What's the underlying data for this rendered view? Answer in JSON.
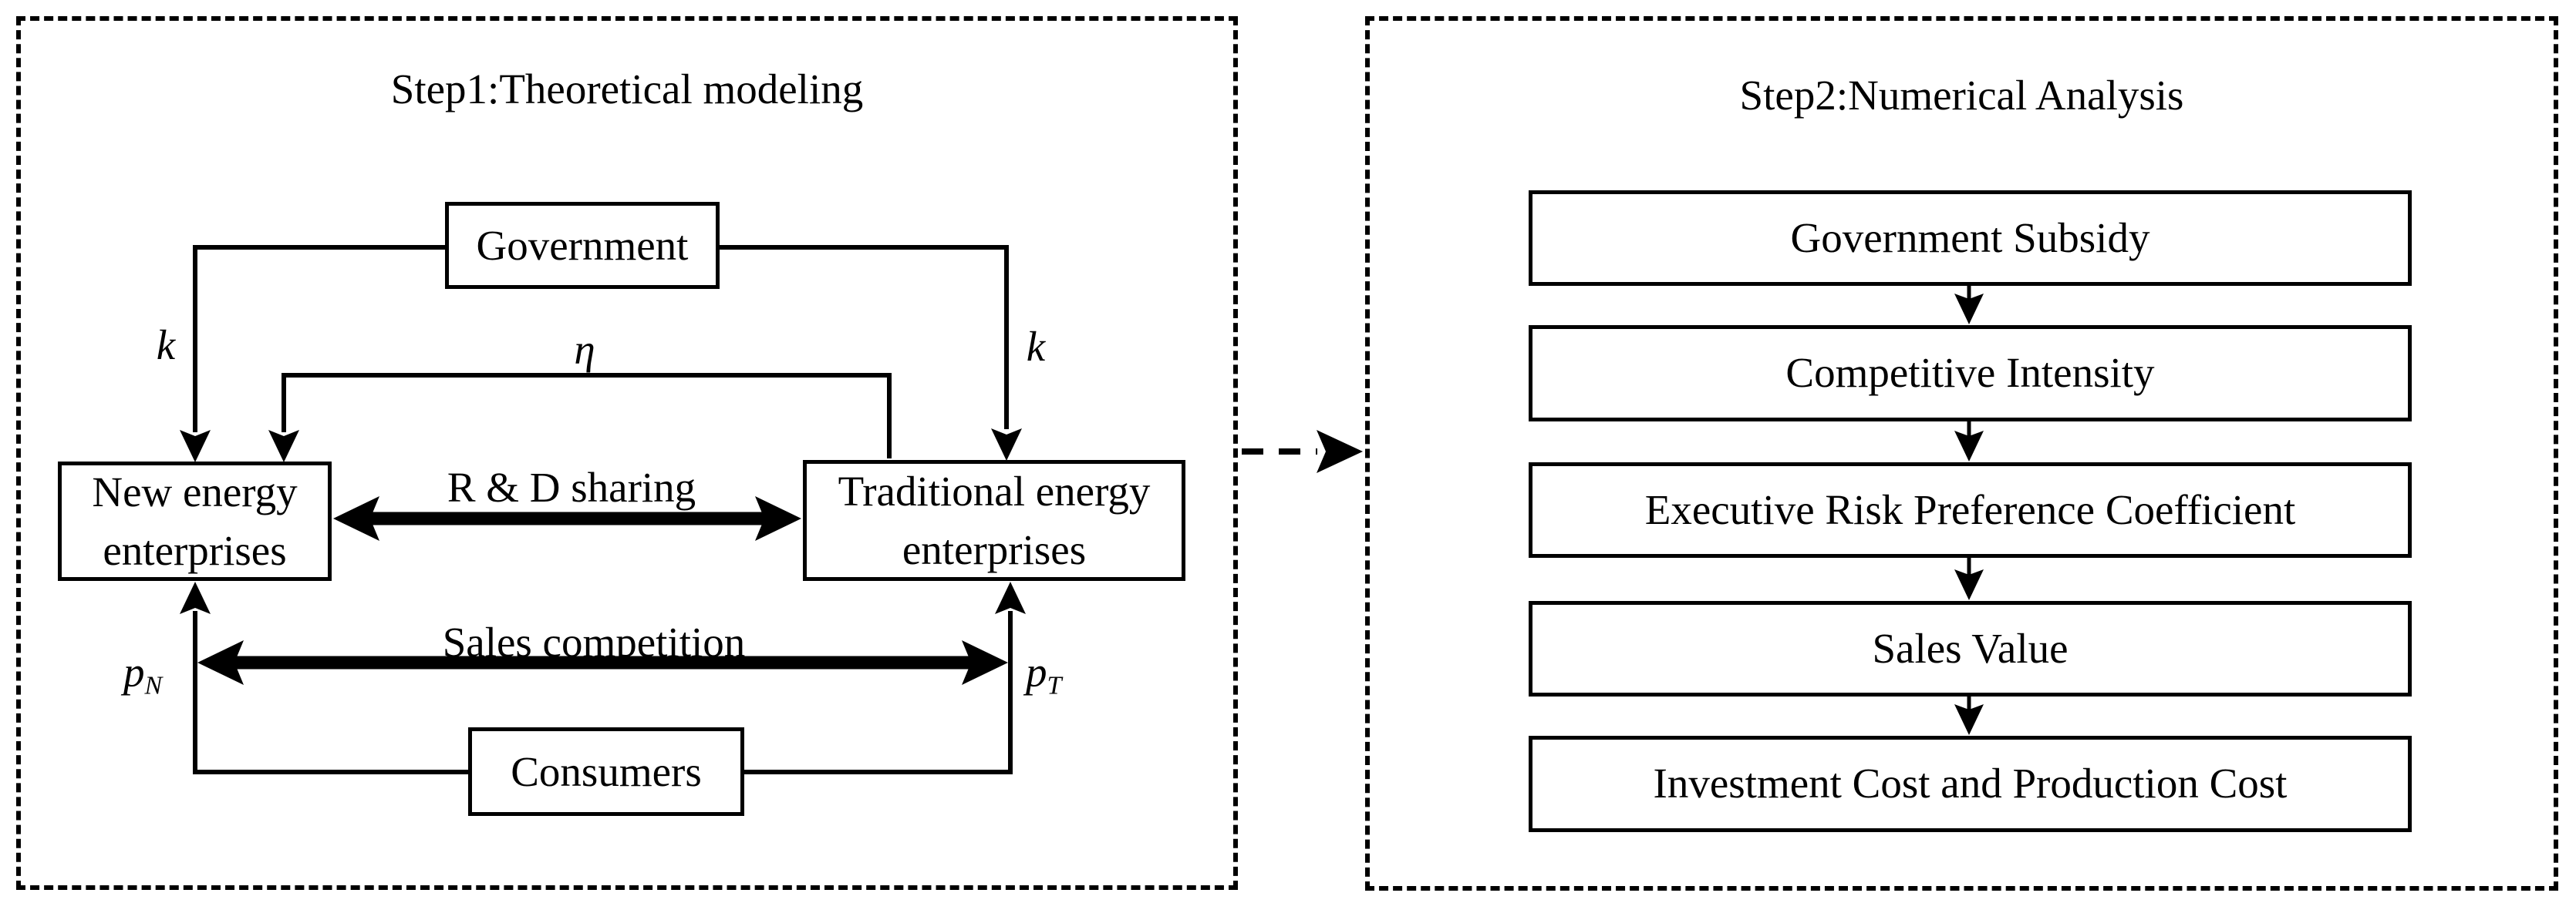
{
  "panels": {
    "step1": {
      "title": "Step1:Theoretical modeling",
      "boxes": {
        "government": "Government",
        "new_energy": "New energy enterprises",
        "traditional": "Traditional energy enterprises",
        "consumers": "Consumers"
      },
      "labels": {
        "k_left": "k",
        "eta": "η",
        "k_right": "k",
        "rd_sharing": "R & D sharing",
        "sales_competition": "Sales competition",
        "p_n_base": "p",
        "p_n_sub": "N",
        "p_t_base": "p",
        "p_t_sub": "T"
      }
    },
    "step2": {
      "title": "Step2:Numerical Analysis",
      "boxes": [
        "Government Subsidy",
        "Competitive Intensity",
        "Executive Risk Preference Coefficient",
        "Sales Value",
        "Investment Cost and Production Cost"
      ]
    }
  },
  "colors": {
    "ink": "#000000",
    "background": "#ffffff"
  }
}
